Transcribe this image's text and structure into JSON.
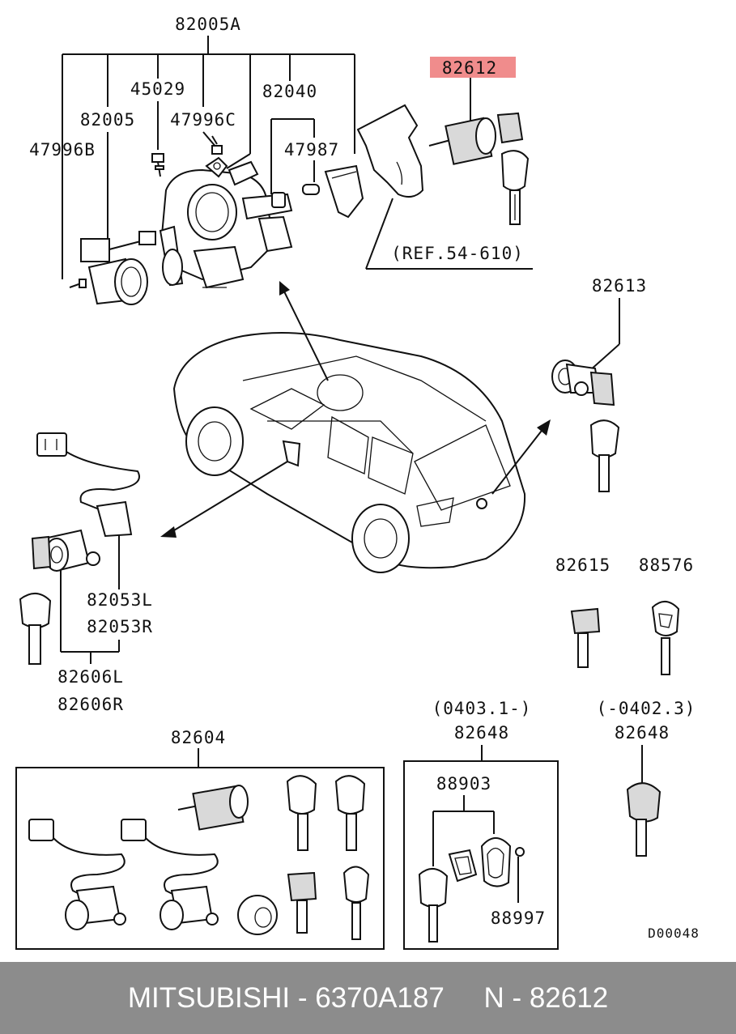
{
  "labels": {
    "p82005A": "82005A",
    "p45029": "45029",
    "p82040": "82040",
    "p82005": "82005",
    "p47996C": "47996C",
    "p47987": "47987",
    "p47996B": "47996B",
    "p82612": "82612",
    "ref": "(REF.54-610)",
    "p82613": "82613",
    "p82053L": "82053L",
    "p82053R": "82053R",
    "p82606L": "82606L",
    "p82606R": "82606R",
    "p82615": "82615",
    "p88576": "88576",
    "date_a": "(0403.1-)",
    "p82648_a": "82648",
    "date_b": "(-0402.3)",
    "p82648_b": "82648",
    "p82604": "82604",
    "p88903": "88903",
    "p88997": "88997",
    "code": "D00048"
  },
  "highlight_color": "#f08c8c",
  "footer": {
    "text": "MITSUBISHI - 6370A187     N - 82612",
    "background": "#8c8c8c"
  }
}
